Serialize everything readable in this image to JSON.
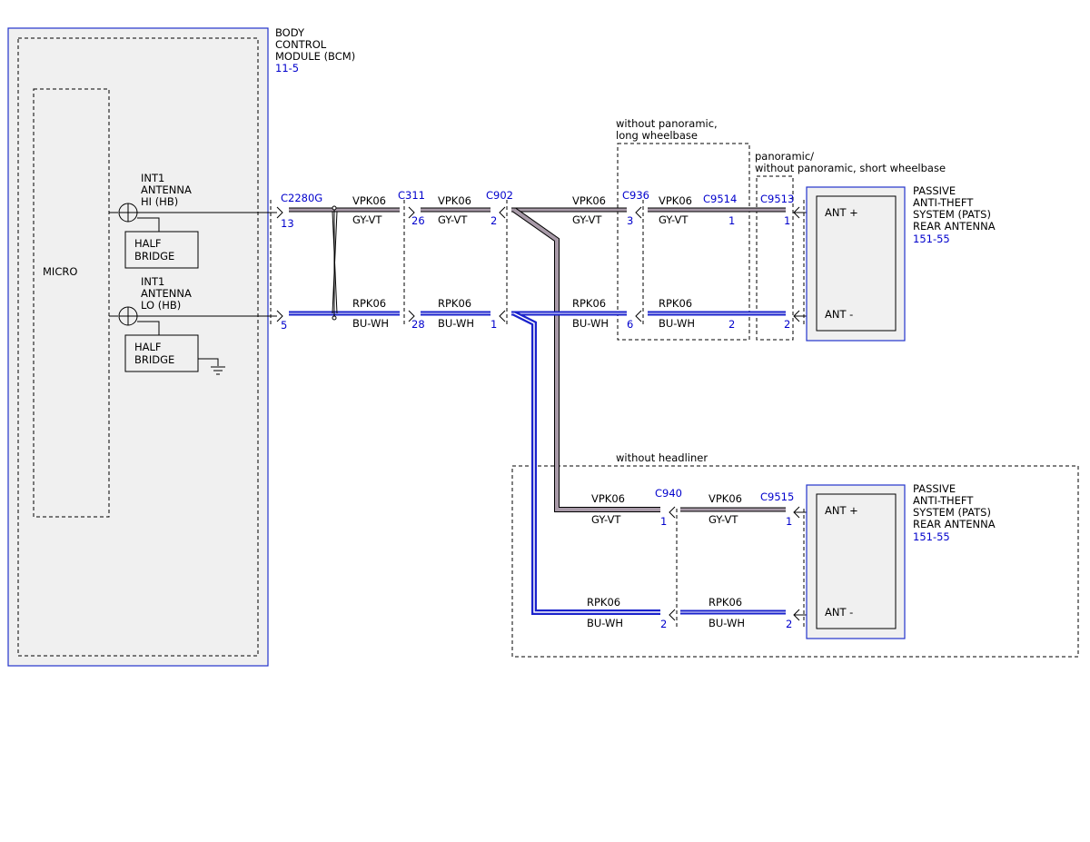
{
  "bcm": {
    "title_lines": [
      "BODY",
      "CONTROL",
      "MODULE (BCM)"
    ],
    "page_ref": "11-5",
    "micro_label": "MICRO",
    "hi_label_lines": [
      "INT1",
      "ANTENNA",
      "HI (HB)"
    ],
    "lo_label_lines": [
      "INT1",
      "ANTENNA",
      "LO (HB)"
    ],
    "half_bridge_lines": [
      "HALF",
      "BRIDGE"
    ]
  },
  "groups": {
    "long_wheelbase_lines": [
      "without panoramic,",
      "long wheelbase"
    ],
    "short_wheelbase_lines": [
      "panoramic/",
      "without panoramic, short wheelbase"
    ],
    "headliner": "without headliner"
  },
  "antenna_upper": {
    "title_lines": [
      "PASSIVE",
      "ANTI-THEFT",
      "SYSTEM (PATS)",
      "REAR ANTENNA"
    ],
    "page_ref": "151-55",
    "pin_plus": "ANT +",
    "pin_minus": "ANT -"
  },
  "antenna_lower": {
    "title_lines": [
      "PASSIVE",
      "ANTI-THEFT",
      "SYSTEM (PATS)",
      "REAR ANTENNA"
    ],
    "page_ref": "151-55",
    "pin_plus": "ANT +",
    "pin_minus": "ANT -"
  },
  "connectors": {
    "c2280g": {
      "name": "C2280G",
      "pin_hi": "13",
      "pin_lo": "5"
    },
    "c311": {
      "name": "C311",
      "pin_hi": "26",
      "pin_lo": "28"
    },
    "c902": {
      "name": "C902",
      "pin_hi": "2",
      "pin_lo": "1"
    },
    "c936": {
      "name": "C936",
      "pin_hi": "3",
      "pin_lo": "6"
    },
    "c9514": {
      "name": "C9514",
      "pin_hi": "1",
      "pin_lo": "2"
    },
    "c9513": {
      "name": "C9513",
      "pin_hi": "1",
      "pin_lo": "2"
    },
    "c940": {
      "name": "C940",
      "pin_hi": "1",
      "pin_lo": "2"
    },
    "c9515": {
      "name": "C9515",
      "pin_hi": "1",
      "pin_lo": "2"
    }
  },
  "wires": {
    "hi": {
      "circuit": "VPK06",
      "color": "GY-VT"
    },
    "lo": {
      "circuit": "RPK06",
      "color": "BU-WH"
    }
  },
  "colors": {
    "hi_wire_fill": "#a89aa8",
    "lo_wire_fill": "#1a22cc",
    "label_blue": "#0000cc",
    "box_blue": "#2233cc"
  }
}
